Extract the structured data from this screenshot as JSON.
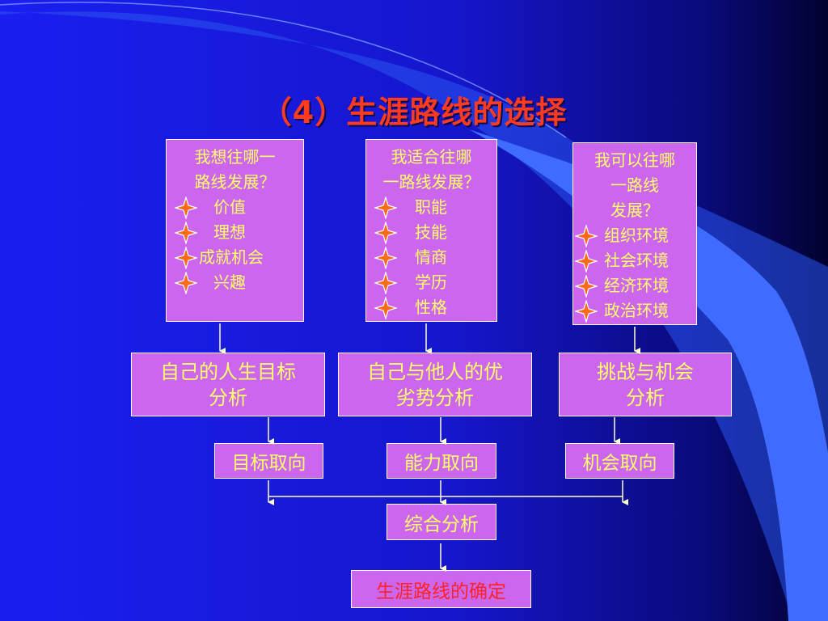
{
  "title": "（4）生涯路线的选择",
  "question_boxes": [
    {
      "question_lines": [
        "我想往哪一",
        "路线发展？"
      ],
      "items": [
        "价值",
        "理想",
        "成就机会",
        "兴趣"
      ]
    },
    {
      "question_lines": [
        "我适合往哪",
        "一路线发展？"
      ],
      "items": [
        "职能",
        "技能",
        "情商",
        "学历",
        "性格"
      ]
    },
    {
      "question_lines": [
        "我可以往哪",
        "一路线",
        "发展？"
      ],
      "items": [
        "组织环境",
        "社会环境",
        "经济环境",
        "政治环境"
      ]
    }
  ],
  "analysis_boxes": [
    {
      "lines": [
        "自己的人生目标",
        "分析"
      ]
    },
    {
      "lines": [
        "自己与他人的优",
        "劣势分析"
      ]
    },
    {
      "lines": [
        "挑战与机会",
        "分析"
      ]
    }
  ],
  "orientation_boxes": [
    "目标取向",
    "能力取向",
    "机会取向"
  ],
  "synthesis": "综合分析",
  "final": "生涯路线的确定",
  "colors": {
    "background": "#1616cc",
    "box_fill": "#cc66ee",
    "box_text": "#ffff66",
    "title": "#ff3a1e",
    "final_text": "#ff2222",
    "star_fill": "#ff6a1a",
    "star_outline": "#ffffff"
  }
}
